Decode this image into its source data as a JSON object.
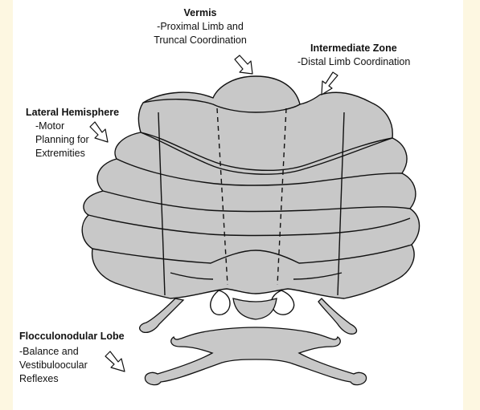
{
  "regions": {
    "vermis": {
      "title": "Vermis",
      "description_lines": [
        "-Proximal Limb and",
        "Truncal Coordination"
      ]
    },
    "intermediate_zone": {
      "title": "Intermediate Zone",
      "description_lines": [
        "-Distal Limb Coordination"
      ]
    },
    "lateral_hemisphere": {
      "title": "Lateral Hemisphere",
      "description_lines": [
        "-Motor",
        "Planning for",
        "Extremities"
      ]
    },
    "flocculonodular_lobe": {
      "title": "Flocculonodular Lobe",
      "description_lines": [
        "-Balance and",
        "Vestibuloocular",
        "Reflexes"
      ]
    }
  },
  "colors": {
    "page_background": "#fdf7e1",
    "panel_background": "#ffffff",
    "tissue_fill": "#c8c8c8",
    "outline": "#111111"
  }
}
